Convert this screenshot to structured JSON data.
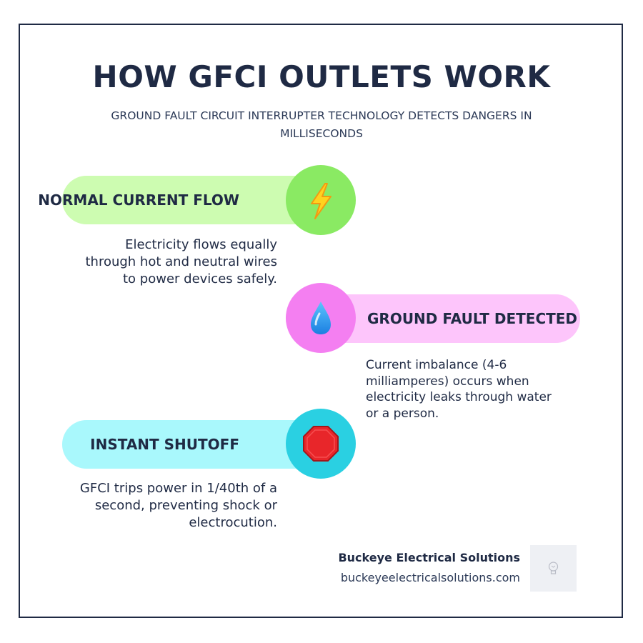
{
  "header": {
    "title": "HOW GFCI OUTLETS WORK",
    "subtitle": "GROUND FAULT CIRCUIT INTERRUPTER TECHNOLOGY DETECTS DANGERS IN MILLISECONDS"
  },
  "steps": [
    {
      "label": "NORMAL CURRENT FLOW",
      "icon": "lightning-bolt-icon",
      "description": "Electricity flows equally through hot and neutral wires to power devices safely.",
      "pill_color": "#cdfcb1",
      "circle_color": "#8aea63"
    },
    {
      "label": "GROUND FAULT DETECTED",
      "icon": "water-droplet-icon",
      "description": "Current imbalance (4-6 milliamperes) occurs when electricity leaks through water or a person.",
      "pill_color": "#fdc5fb",
      "circle_color": "#f47ff1"
    },
    {
      "label": "INSTANT SHUTOFF",
      "icon": "stop-sign-icon",
      "description": "GFCI trips power in 1/40th of a second, preventing shock or electrocution.",
      "pill_color": "#a9f8fc",
      "circle_color": "#2ad0e2"
    }
  ],
  "footer": {
    "company": "Buckeye Electrical Solutions",
    "website": "buckeyeelectricalsolutions.com"
  },
  "colors": {
    "navy": "#1f2a44",
    "frame_border": "#1f2a44"
  }
}
